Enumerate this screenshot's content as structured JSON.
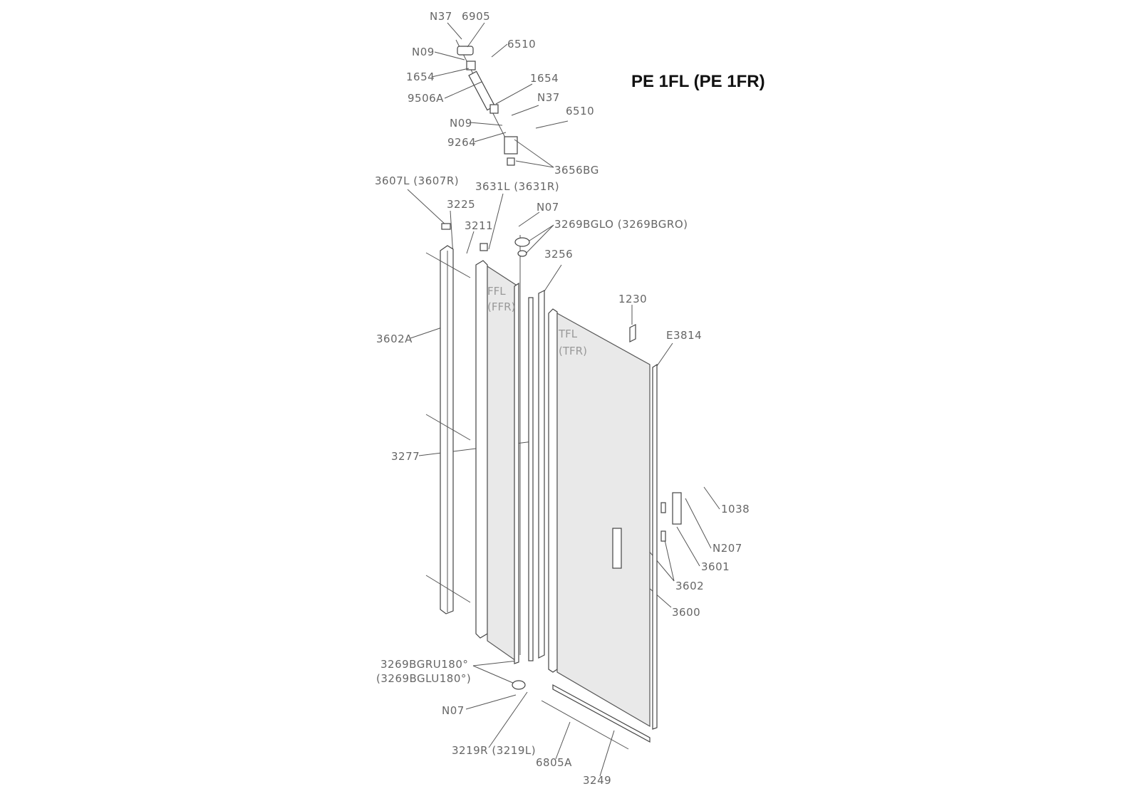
{
  "title": "PE 1FL (PE 1FR)",
  "labels": {
    "n37_top": "N37",
    "p6905": "6905",
    "n09_top": "N09",
    "p6510_top": "6510",
    "p1654_left": "1654",
    "p1654_right": "1654",
    "p9506a": "9506A",
    "n37_mid": "N37",
    "p6510_mid": "6510",
    "n09_mid": "N09",
    "p9264": "9264",
    "p3656bg": "3656BG",
    "p3607l": "3607L (3607R)",
    "p3631l": "3631L (3631R)",
    "p3225": "3225",
    "n07_top": "N07",
    "p3211": "3211",
    "p3269bglo": "3269BGLO (3269BGRO)",
    "p3256": "3256",
    "p1230": "1230",
    "pe3814": "E3814",
    "p3602a": "3602A",
    "p3277": "3277",
    "p1038": "1038",
    "n207": "N207",
    "p3601": "3601",
    "p3602": "3602",
    "p3600": "3600",
    "p3269bgru": "3269BGRU180°",
    "p3269bglu": "(3269BGLU180°)",
    "n07_bottom": "N07",
    "p3219r": "3219R (3219L)",
    "p6805a": "6805A",
    "p3249": "3249"
  },
  "glass": {
    "fixed_1": "FFL",
    "fixed_2": "(FFR)",
    "door_1": "TFL",
    "door_2": "(TFR)"
  }
}
